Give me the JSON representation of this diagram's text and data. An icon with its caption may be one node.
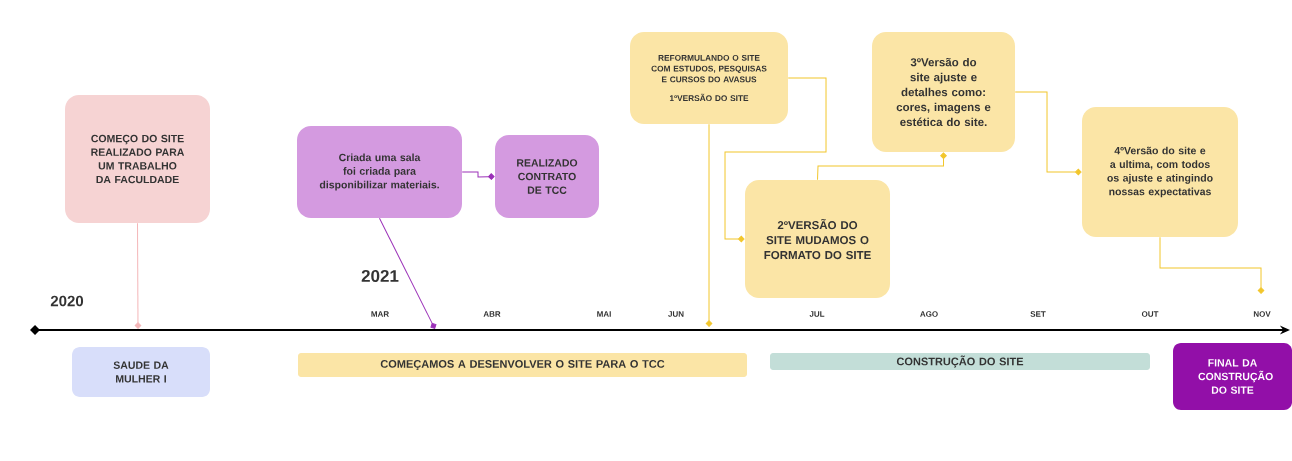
{
  "diagram": {
    "nodes": [
      {
        "text": [
          "COMEÇO DO SITE REALIZADO PARA UM TRABALHO DA FACULDADE"
        ]
      },
      {
        "text": [
          "Criada uma sala foi criada para disponibilizar materiais."
        ]
      },
      {
        "text": [
          "REALIZADO CONTRATO DE TCC"
        ]
      },
      {
        "text": [
          "REFORMULANDO O SITE COM ESTUDOS, PESQUISAS E CURSOS DO AVASUS",
          "1ºVERSÃO DO SITE"
        ]
      },
      {
        "text": [
          "2ºVERSÃO DO SITE MUDAMOS O FORMATO DO SITE"
        ]
      },
      {
        "text": [
          "3ºVersão do site ajuste e detalhes como: cores, imagens e estética do site."
        ]
      },
      {
        "text": [
          "4ºVersão do site e a ultima, com todos os ajuste e atingindo nossas expectativas"
        ]
      },
      {
        "text": [
          "SAUDE DA MULHER I"
        ]
      },
      {
        "text": [
          "COMEÇAMOS A DESENVOLVER O SITE PARA O TCC"
        ]
      },
      {
        "text": [
          "CONSTRUÇÃO DO SITE"
        ]
      },
      {
        "text": [
          "FINAL DA CONSTRUÇÃO DO SITE"
        ]
      }
    ],
    "edges": [
      {
        "from": 0,
        "to": null,
        "arrow": "other",
        "color": "#f4b6b8"
      },
      {
        "from": 1,
        "to": null,
        "arrow": "other",
        "color": "#9b30b8"
      },
      {
        "from": 1,
        "to": 2,
        "arrow": "other",
        "color": "#9b30b8"
      },
      {
        "from": 3,
        "to": null,
        "arrow": "other"
      },
      {
        "from": 3,
        "to": 4,
        "arrow": "other"
      },
      {
        "from": 4,
        "to": 5,
        "arrow": "other"
      },
      {
        "from": 5,
        "to": 6,
        "arrow": "other"
      },
      {
        "from": 6,
        "to": null,
        "arrow": "other"
      }
    ],
    "labels": [
      "2020",
      "2021",
      "MAR",
      "ABR",
      "MAI",
      "JUN",
      "JUL",
      "AGO",
      "SET",
      "OUT",
      "NOV"
    ]
  }
}
